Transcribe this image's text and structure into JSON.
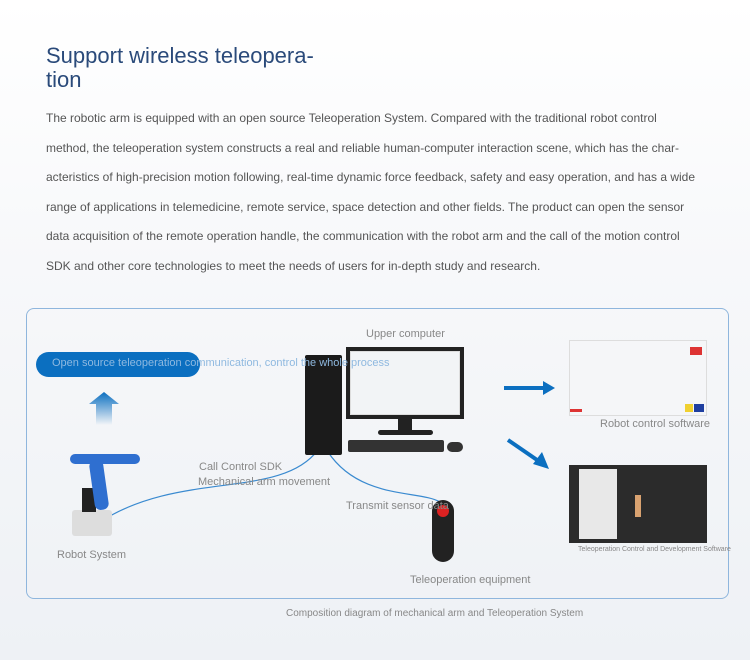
{
  "heading": "Support wireless teleopera-tion",
  "paragraph": "The robotic arm is equipped with an open source Teleoperation System. Compared with the traditional robot control method, the teleoperation system constructs a real and reliable human-computer interaction scene, which has the char-acteristics of high-precision motion following, real-time dynamic force feedback, safety and easy operation, and has a wide range of applications in telemedicine, remote service, space detection and other fields. The product can open the sensor data acquisition of the remote operation handle, the communication with the robot arm and the call of the motion control SDK and other core technologies to meet the needs of users for in-depth study and research.",
  "diagram": {
    "pill": "Open source teleoperation communication, control the whole process",
    "upper_computer": "Upper computer",
    "sdk_line1": "Call Control SDK",
    "sdk_line2": "Mechanical arm movement",
    "transmit": "Transmit sensor data",
    "robot_system": "Robot System",
    "teleop_equipment": "Teleoperation equipment",
    "robot_software": "Robot control software",
    "teleop_software": "Teleoperation Control and Development Software"
  },
  "caption": "Composition diagram of mechanical arm and Teleoperation System"
}
